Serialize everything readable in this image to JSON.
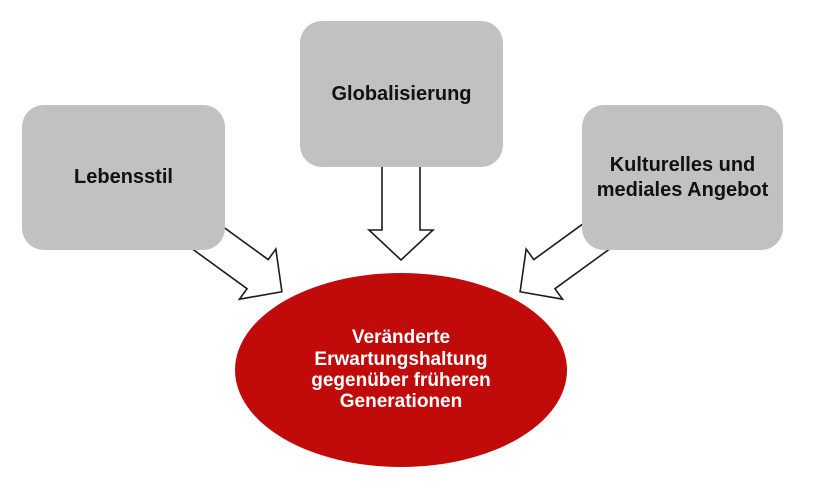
{
  "diagram": {
    "boxes": [
      {
        "id": "lebensstil",
        "label": "Lebensstil"
      },
      {
        "id": "globalisierung",
        "label": "Globalisierung"
      },
      {
        "id": "kultur-medien",
        "label": "Kulturelles und mediales Angebot"
      }
    ],
    "arrows": [
      {
        "name": "arrow-lebensstil-to-center",
        "direction": "down-right"
      },
      {
        "name": "arrow-globalisierung-to-center",
        "direction": "down"
      },
      {
        "name": "arrow-kultur-to-center",
        "direction": "down-left"
      }
    ],
    "center": {
      "lines": [
        "Veränderte",
        "Erwartungshaltung",
        "gegenüber früheren",
        "Generationen"
      ]
    },
    "colors": {
      "box_fill": "#c1c1c1",
      "box_text": "#111111",
      "ellipse_fill": "#c10a0a",
      "ellipse_text": "#ffffff",
      "arrow_fill": "#ffffff",
      "arrow_stroke": "#1c1c1c",
      "background": "#ffffff"
    }
  }
}
